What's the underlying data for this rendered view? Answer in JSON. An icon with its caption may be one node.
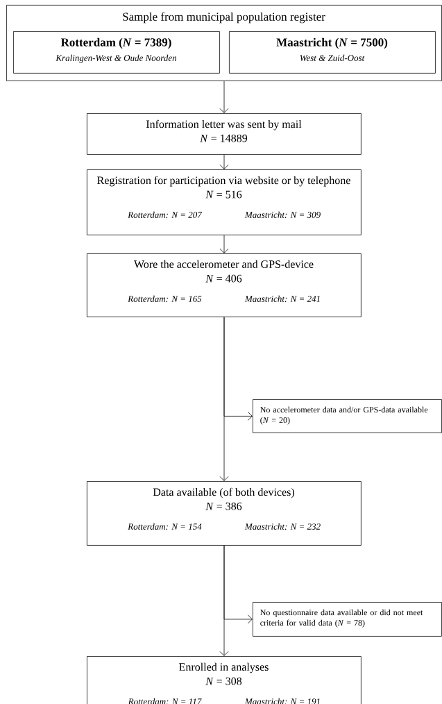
{
  "diagram": {
    "nodes": [
      {
        "text": [
          "Sample from municipal population register"
        ]
      },
      {
        "text": [
          "Rotterdam (*N* = 7389)",
          "Kralingen-West & Oude Noorden"
        ],
        "in": 0
      },
      {
        "text": [
          "Maastricht (*N* = 7500)",
          "West & Zuid-Oost"
        ],
        "in": 0
      },
      {
        "text": [
          "Information letter was sent by mail",
          "*N* = 14889"
        ]
      },
      {
        "text": [
          "Registration for participation via website or by telephone",
          "*N* = 516",
          "Rotterdam: N = 207",
          "Maastricht: N = 309"
        ]
      },
      {
        "text": [
          "Wore the accelerometer and GPS-device",
          "*N* = 406",
          "Rotterdam: N = 165",
          "Maastricht: N = 241"
        ]
      },
      {
        "text": [
          "No accelerometer data and/or GPS-data available (*N* = 20)"
        ]
      },
      {
        "text": [
          "Data available (of both devices)",
          "*N* = 386",
          "Rotterdam: N = 154",
          "Maastricht: N = 232"
        ]
      },
      {
        "text": [
          "No questionnaire data available or did not meet criteria for valid data (*N* = 78)"
        ]
      },
      {
        "text": [
          "Enrolled in analyses",
          "*N* = 308",
          "Rotterdam: N = 117",
          "Maastricht: N = 191"
        ]
      }
    ],
    "edges": [
      {
        "from": 0,
        "to": 3,
        "arrow": "to"
      },
      {
        "from": 3,
        "to": 4,
        "arrow": "to"
      },
      {
        "from": 4,
        "to": 5,
        "arrow": "to"
      },
      {
        "from": 5,
        "to": 6,
        "arrow": "to"
      },
      {
        "from": 5,
        "to": 7,
        "arrow": "to"
      },
      {
        "from": 7,
        "to": 8,
        "arrow": "to"
      },
      {
        "from": 7,
        "to": 9,
        "arrow": "to"
      }
    ]
  }
}
